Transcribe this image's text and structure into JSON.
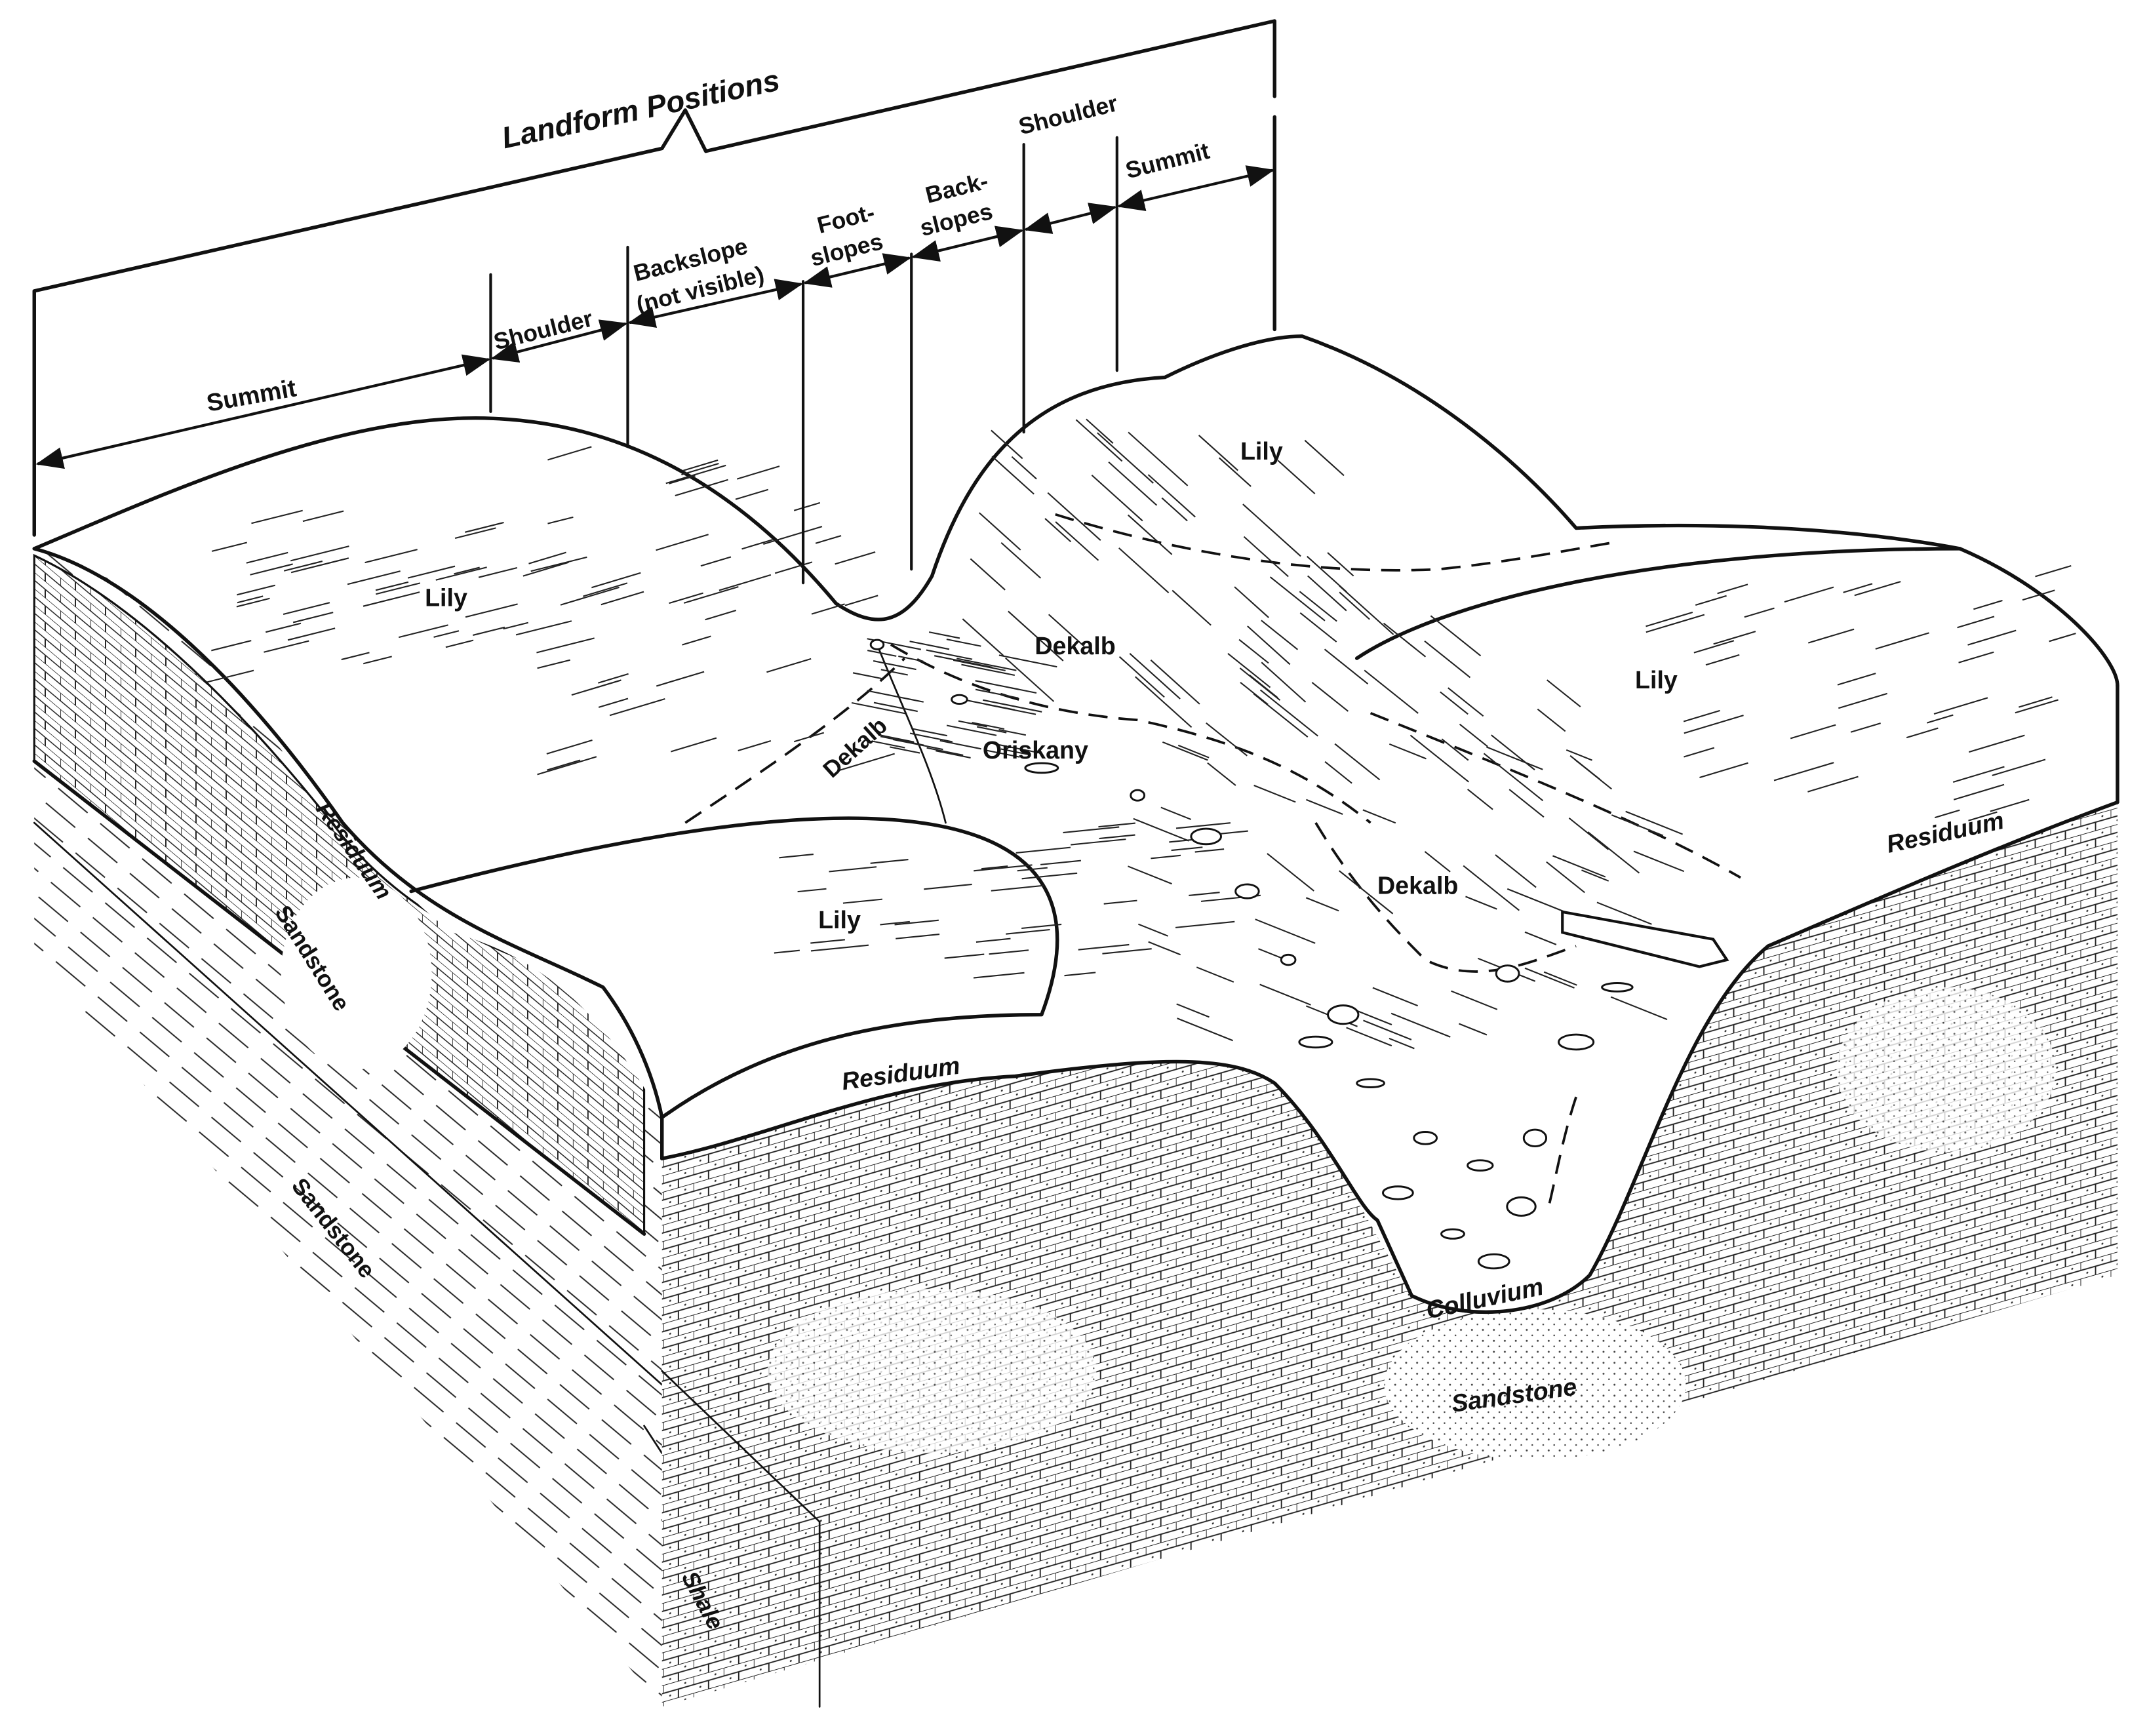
{
  "header": {
    "title": "Landform Positions"
  },
  "positions": {
    "left_summit": "Summit",
    "left_shoulder": "Shoulder",
    "backslope_line1": "Backslope",
    "backslope_line2": "(not visible)",
    "footslopes_line1": "Foot-",
    "footslopes_line2": "slopes",
    "backslopes_line1": "Back-",
    "backslopes_line2": "slopes",
    "right_shoulder": "Shoulder",
    "right_summit": "Summit"
  },
  "soils": {
    "lily_left": "Lily",
    "lily_back": "Lily",
    "lily_right": "Lily",
    "lily_front": "Lily",
    "dekalb_upper": "Dekalb",
    "dekalb_slope": "Dekalb",
    "oriskany": "Oriskany",
    "dekalb_lower": "Dekalb"
  },
  "materials": {
    "residuum_left": "Residuum",
    "residuum_front": "Residuum",
    "residuum_right": "Residuum",
    "sandstone_upper": "Sandstone",
    "sandstone_lower": "Sandstone",
    "sandstone_front": "Sandstone",
    "colluvium": "Colluvium",
    "shale": "Shale"
  },
  "colors": {
    "ink": "#111111",
    "paper": "#ffffff"
  }
}
